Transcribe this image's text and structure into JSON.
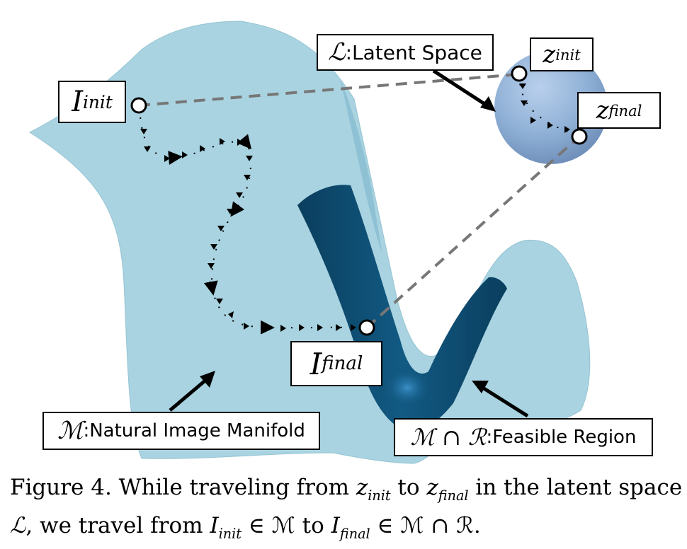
{
  "labels": {
    "latent_space": {
      "symbol": "ℒ",
      "text": ":Latent Space"
    },
    "z_init": {
      "base": "z",
      "sub": "init"
    },
    "z_final": {
      "base": "z",
      "sub": "final"
    },
    "i_init": {
      "base": "I",
      "sub": "init"
    },
    "i_final": {
      "base": "I",
      "sub": "final"
    },
    "manifold": {
      "symbol": "ℳ",
      "text": ":Natural Image Manifold"
    },
    "feasible": {
      "symbol": "ℳ ∩ ℛ",
      "text": ":Feasible Region"
    }
  },
  "caption": {
    "line1_a": "Figure 4. While traveling from ",
    "z_init": "z",
    "z_init_sub": "init",
    "line1_b": " to ",
    "z_final": "z",
    "z_final_sub": "final",
    "line1_c": " in the latent space",
    "line2_a": "ℒ",
    "line2_b": ", we travel from ",
    "i_init": "I",
    "i_init_sub": "init",
    "line2_c": " ∈ ℳ to ",
    "i_final": "I",
    "i_final_sub": "final",
    "line2_d": " ∈ ℳ ∩ ℛ."
  },
  "colors": {
    "manifold_fill": "#a9d3e0",
    "feasible_fill": "#0d4a6e",
    "sphere": "#8fb0d6",
    "dash_line": "#777777"
  }
}
